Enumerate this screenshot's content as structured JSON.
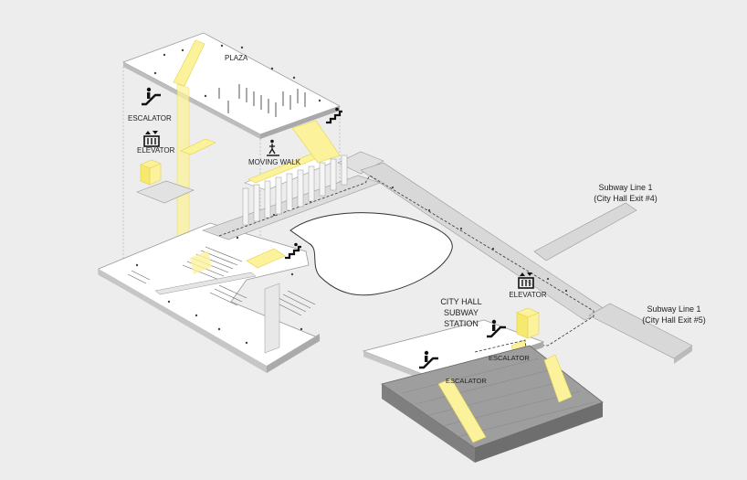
{
  "colors": {
    "background": "#ededed",
    "floor_top": "#ffffff",
    "floor_side": "#cfcfcf",
    "station_side": "#7f7f7f",
    "station_floor": "#9e9e9e",
    "highlight_yellow": "#fbf29b",
    "highlight_stroke": "#e4d34a",
    "line": "#333333",
    "icon": "#111111"
  },
  "labels": {
    "plaza": "PLAZA",
    "escalator_upper": "ESCALATOR",
    "elevator_upper": "ELEVATOR",
    "moving_walk": "MOVING WALK",
    "subway_exit4_line1": "Subway Line 1",
    "subway_exit4_line2": "(City Hall Exit #4)",
    "subway_exit5_line1": "Subway Line 1",
    "subway_exit5_line2": "(City Hall Exit #5)",
    "elevator_station": "ELEVATOR",
    "station_line1": "CITY HALL",
    "station_line2": "SUBWAY",
    "station_line3": "STATION",
    "escalator_station_right": "ESCALATOR",
    "escalator_station_left": "ESCALATOR"
  },
  "icons": {
    "escalator": "escalator-icon",
    "elevator": "elevator-icon",
    "stairs": "stairs-icon",
    "moving_walk": "moving-walk-icon"
  }
}
